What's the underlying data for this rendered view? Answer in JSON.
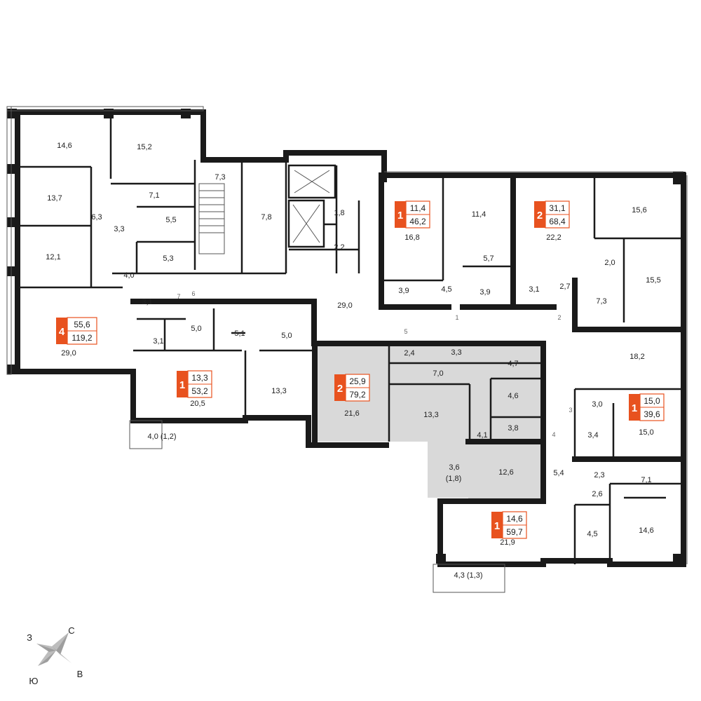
{
  "apartments": [
    {
      "rooms": "1",
      "living": "11,4",
      "total": "46,2"
    },
    {
      "rooms": "2",
      "living": "31,1",
      "total": "68,4"
    },
    {
      "rooms": "4",
      "living": "55,6",
      "total": "119,2"
    },
    {
      "rooms": "1",
      "living": "13,3",
      "total": "53,2"
    },
    {
      "rooms": "2",
      "living": "25,9",
      "total": "79,2"
    },
    {
      "rooms": "1",
      "living": "15,0",
      "total": "39,6"
    },
    {
      "rooms": "1",
      "living": "14,6",
      "total": "59,7"
    }
  ],
  "room_areas": [
    "14,6",
    "15,2",
    "13,7",
    "7,1",
    "6,3",
    "3,3",
    "5,5",
    "12,1",
    "5,3",
    "4,0",
    "3,1",
    "29,0",
    "7,3",
    "7,8",
    "1,8",
    "2,2",
    "16,8",
    "11,4",
    "5,7",
    "3,9",
    "4,5",
    "3,9",
    "22,2",
    "3,1",
    "2,7",
    "15,6",
    "2,0",
    "15,5",
    "7,3",
    "29,0",
    "3,1",
    "5,0",
    "5,1",
    "5,0",
    "20,5",
    "13,3",
    "4,0 (1,2)",
    "2,4",
    "3,3",
    "4,7",
    "7,0",
    "21,6",
    "13,3",
    "4,6",
    "3,8",
    "4,1",
    "3,6",
    "(1,8)",
    "12,6",
    "18,2",
    "3,0",
    "15,0",
    "3,4",
    "5,4",
    "2,3",
    "7,1",
    "2,6",
    "14,6",
    "21,9",
    "4,5",
    "4,3 (1,3)"
  ],
  "door_labels": [
    "7",
    "6",
    "5",
    "1",
    "2",
    "3",
    "4"
  ],
  "compass": {
    "north": "С",
    "south": "Ю",
    "east": "В",
    "west": "З"
  },
  "colors": {
    "accent": "#e8521f",
    "highlight": "#d9d9d9",
    "wall": "#1a1a1a"
  }
}
